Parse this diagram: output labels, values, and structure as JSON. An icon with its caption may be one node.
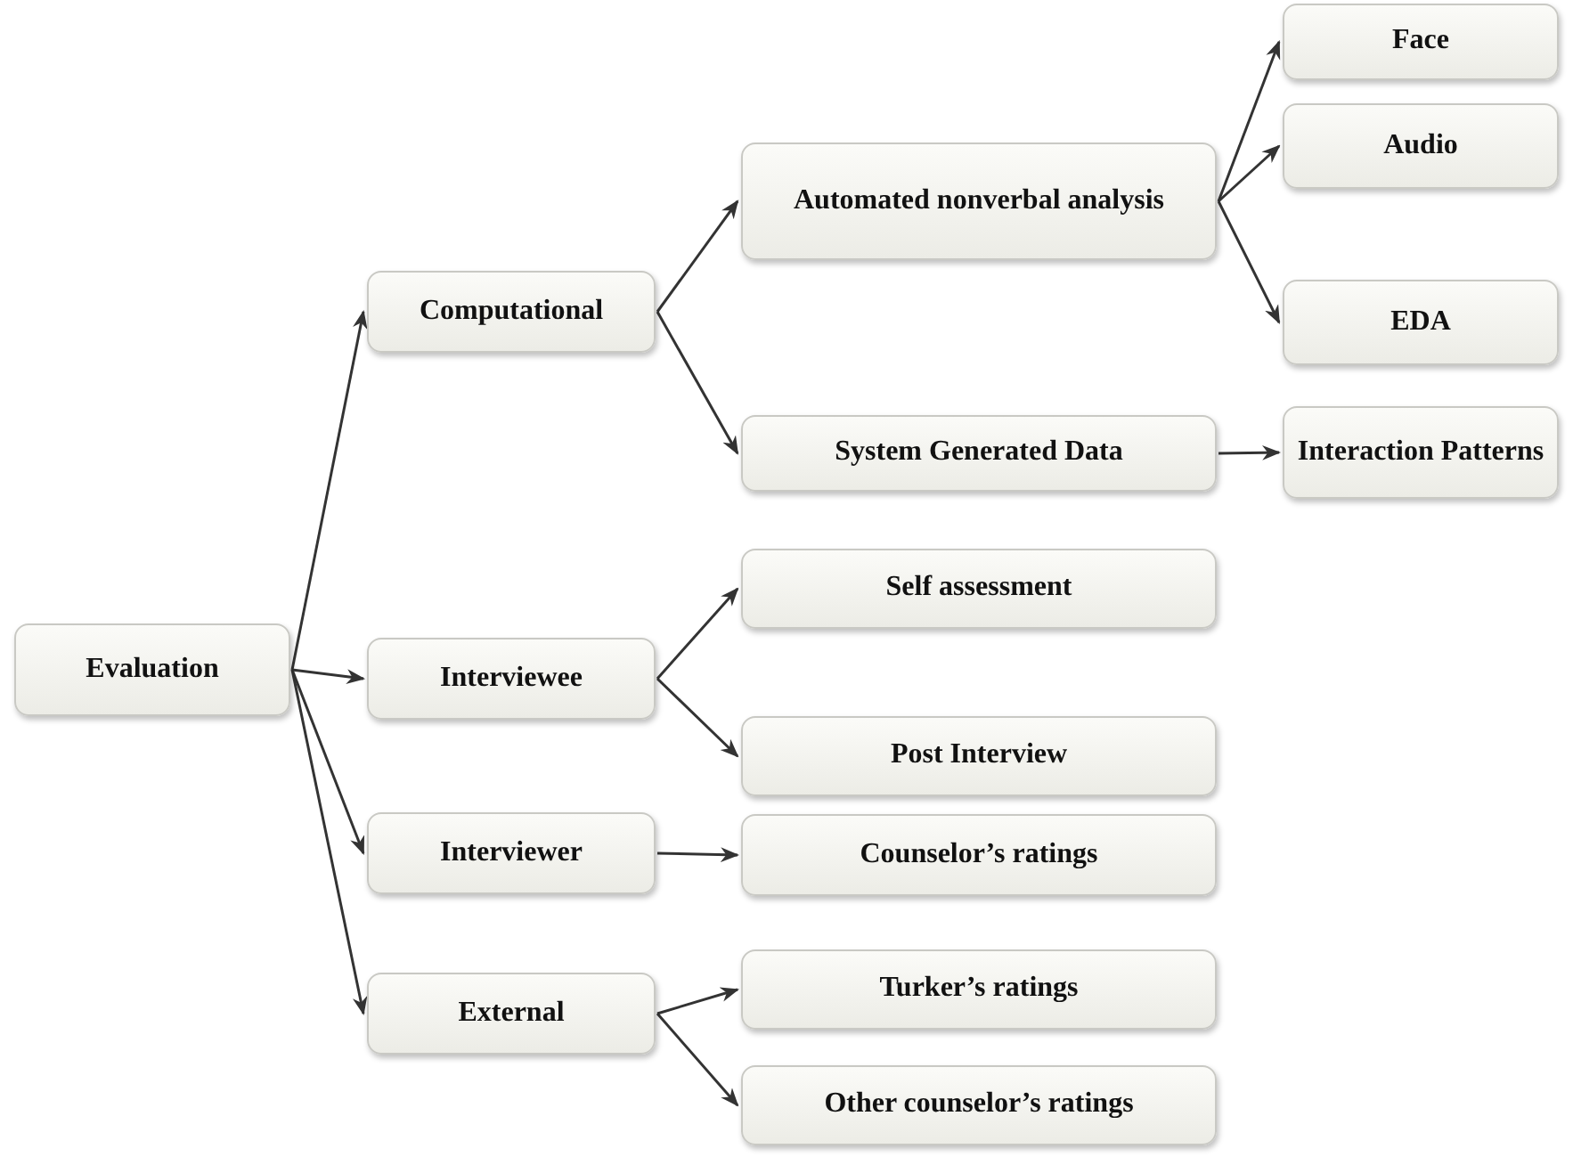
{
  "diagram": {
    "nodes": [
      {
        "text": [
          "Evaluation"
        ]
      },
      {
        "text": [
          "Computational"
        ]
      },
      {
        "text": [
          "Interviewee"
        ]
      },
      {
        "text": [
          "Interviewer"
        ]
      },
      {
        "text": [
          "External"
        ]
      },
      {
        "text": [
          "Automated nonverbal analysis"
        ]
      },
      {
        "text": [
          "System Generated Data"
        ]
      },
      {
        "text": [
          "Self assessment"
        ]
      },
      {
        "text": [
          "Post Interview"
        ]
      },
      {
        "text": [
          "Counselor’s ratings"
        ]
      },
      {
        "text": [
          "Turker’s ratings"
        ]
      },
      {
        "text": [
          "Other counselor’s ratings"
        ]
      },
      {
        "text": [
          "Face"
        ]
      },
      {
        "text": [
          "Audio"
        ]
      },
      {
        "text": [
          "EDA"
        ]
      },
      {
        "text": [
          "Interaction Patterns"
        ]
      }
    ],
    "edges": [
      {
        "from": 0,
        "to": 1,
        "arrow": "to"
      },
      {
        "from": 0,
        "to": 2,
        "arrow": "to"
      },
      {
        "from": 0,
        "to": 3,
        "arrow": "to"
      },
      {
        "from": 0,
        "to": 4,
        "arrow": "to"
      },
      {
        "from": 1,
        "to": 5,
        "arrow": "to"
      },
      {
        "from": 1,
        "to": 6,
        "arrow": "to"
      },
      {
        "from": 5,
        "to": 12,
        "arrow": "to"
      },
      {
        "from": 5,
        "to": 13,
        "arrow": "to"
      },
      {
        "from": 5,
        "to": 14,
        "arrow": "to"
      },
      {
        "from": 6,
        "to": 15,
        "arrow": "to"
      },
      {
        "from": 2,
        "to": 7,
        "arrow": "to"
      },
      {
        "from": 2,
        "to": 8,
        "arrow": "to"
      },
      {
        "from": 3,
        "to": 9,
        "arrow": "to"
      },
      {
        "from": 4,
        "to": 10,
        "arrow": "to"
      },
      {
        "from": 4,
        "to": 11,
        "arrow": "to"
      }
    ]
  }
}
